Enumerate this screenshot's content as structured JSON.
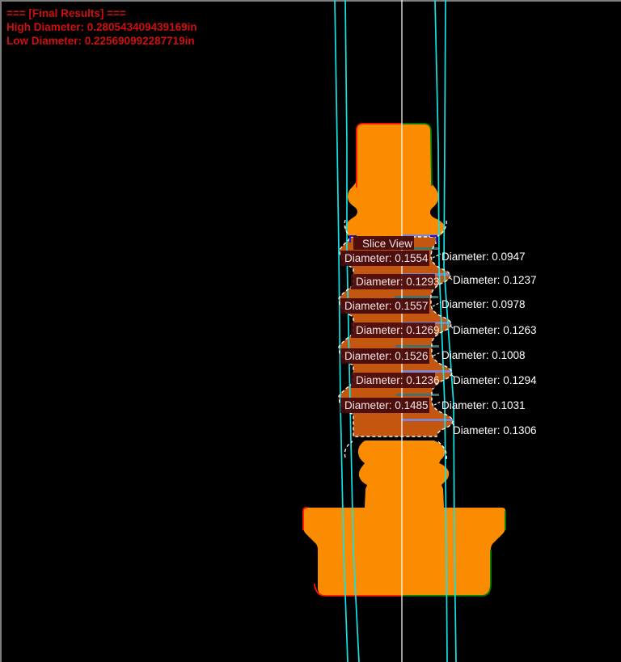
{
  "results_header": {
    "title": "=== [Final Results] ===",
    "high": "High Diameter: 0.280543409439169in",
    "low": "Low Diameter: 0.225690992287719in"
  },
  "slice_view": {
    "label": "Slice View"
  },
  "measurements": {
    "left": [
      "Diameter: 0.1554",
      "Diameter: 0.1293",
      "Diameter: 0.1557",
      "Diameter: 0.1269",
      "Diameter: 0.1526",
      "Diameter: 0.1236",
      "Diameter: 0.1485"
    ],
    "right": [
      "Diameter: 0.0947",
      "Diameter: 0.1237",
      "Diameter: 0.0978",
      "Diameter: 0.1263",
      "Diameter: 0.1008",
      "Diameter: 0.1294",
      "Diameter: 0.1031",
      "Diameter: 0.1306"
    ],
    "left_values": [
      0.1554,
      0.1293,
      0.1557,
      0.1269,
      0.1526,
      0.1236,
      0.1485
    ],
    "right_values": [
      0.0947,
      0.1237,
      0.0978,
      0.1263,
      0.1008,
      0.1294,
      0.1031,
      0.1306
    ]
  },
  "colors": {
    "background": "#000000",
    "window_border": "#7d7d7d",
    "results_red": "#cf0f0f",
    "part_orange": "#fb8b00",
    "slice_orange": "#c4570f",
    "label_bg": "#45090c",
    "label_text": "#f2e4e6",
    "cyan_line": "#10e4e4",
    "center_line": "#ffffff",
    "crest_line": "#8484cd",
    "root_line": "#44706e",
    "edge_left_red": "#ff1400",
    "edge_right_green": "#007d00",
    "bracket_blue": "#1a1acc",
    "outline_white": "#ffffff"
  }
}
